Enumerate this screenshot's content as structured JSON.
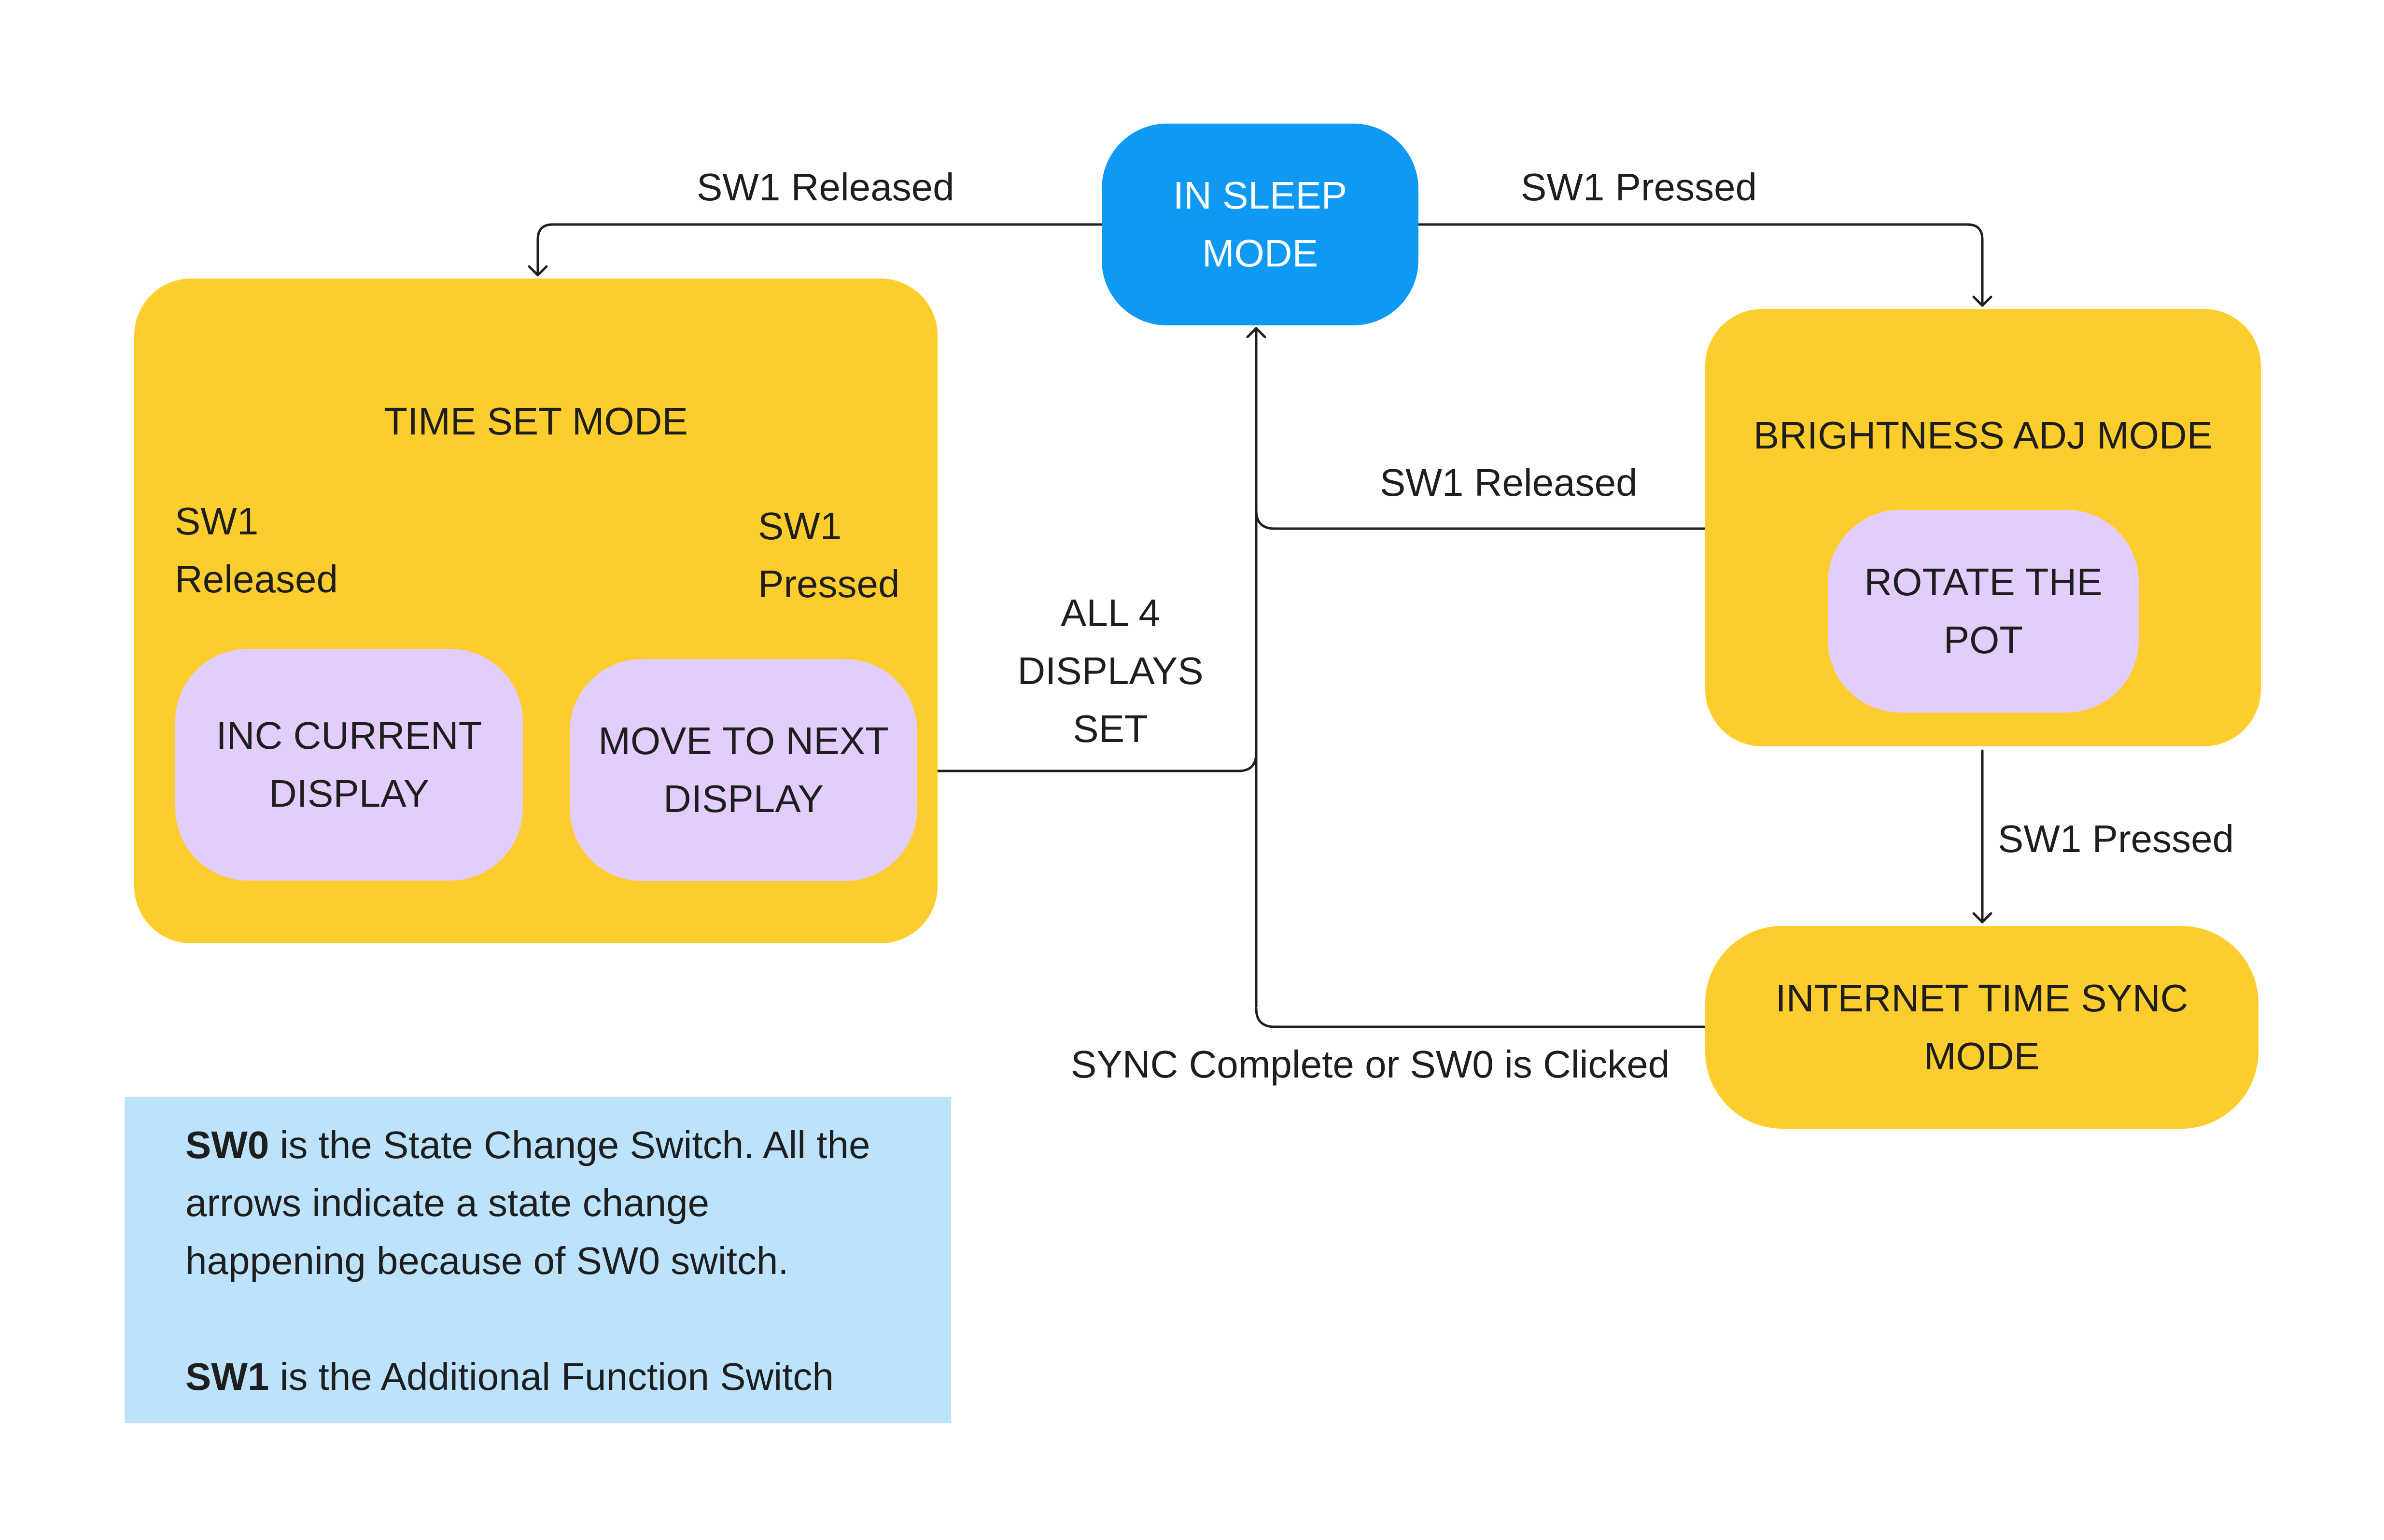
{
  "states": {
    "sleep": "IN SLEEP\nMODE",
    "time_set_group": "TIME SET MODE",
    "inc_current": "INC CURRENT\nDISPLAY",
    "move_next": "MOVE TO NEXT\nDISPLAY",
    "brightness_group": "BRIGHTNESS ADJ MODE",
    "rotate_pot": "ROTATE THE\nPOT",
    "internet_sync": "INTERNET TIME SYNC\nMODE"
  },
  "transitions": {
    "sleep_to_timeset": "SW1 Released",
    "sleep_to_brightness": "SW1 Pressed",
    "brightness_to_sleep": "SW1 Released",
    "brightness_to_sync": "SW1 Pressed",
    "sync_to_sleep": "SYNC Complete or SW0 is Clicked",
    "timeset_to_sleep_line1": "ALL 4",
    "timeset_to_sleep_line2": "DISPLAYS",
    "timeset_to_sleep_line3": "SET",
    "move_to_inc_line1": "SW1",
    "move_to_inc_line2": "Released",
    "inc_to_move_line1": "SW1",
    "inc_to_move_line2": "Pressed"
  },
  "note": {
    "sw0_key": "SW0",
    "sw0_text_1": " is the State Change Switch. All the",
    "sw0_text_2": "arrows indicate a state change",
    "sw0_text_3": "happening because of SW0 switch.",
    "sw1_key": "SW1",
    "sw1_text": " is the Additional Function Switch"
  },
  "colors": {
    "group_fill": "#FCCD2C",
    "substate_fill": "#E3CDFC",
    "sleep_fill": "#0E99F5",
    "note_fill": "#BDE3FC",
    "line": "#1e1e1e"
  }
}
